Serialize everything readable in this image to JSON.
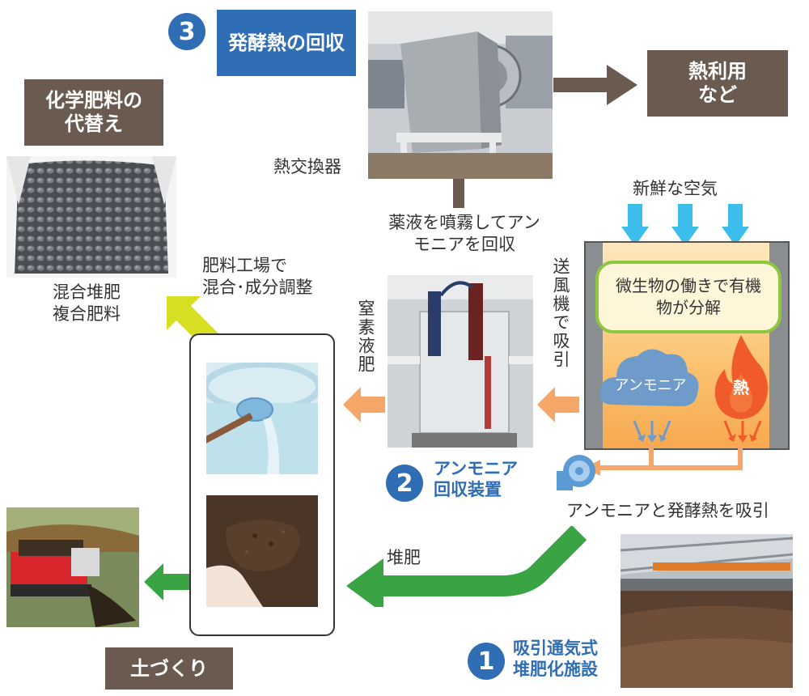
{
  "step3": {
    "num": "3",
    "label": "発酵熱の回収"
  },
  "heat_use": {
    "label": "熱利用など"
  },
  "heat_exchanger": {
    "label": "熱交換器"
  },
  "fresh_air": {
    "label": "新鮮な空気"
  },
  "spray": {
    "label": "薬液を噴霧してアンモニアを回収"
  },
  "blower": {
    "label": "送風機で吸引"
  },
  "decompose": {
    "label": "微生物の働きで有機物が分解"
  },
  "ammonia_cloud": {
    "label": "アンモニア"
  },
  "heat_flame": {
    "label": "熱"
  },
  "chem_replace": {
    "label": "化学肥料の代替え"
  },
  "mixed": {
    "label": "混合堆肥\n複合肥料"
  },
  "factory": {
    "label": "肥料工場で\n混合･成分調整"
  },
  "nitrogen": {
    "label": "窒素液肥"
  },
  "step2": {
    "num": "2",
    "label": "アンモニア\n回収装置"
  },
  "suction": {
    "label": "アンモニアと発酵熱を吸引"
  },
  "compost": {
    "label": "堆肥"
  },
  "soil": {
    "label": "土づくり"
  },
  "step1": {
    "num": "1",
    "label": "吸引通気式\n堆肥化施設"
  },
  "colors": {
    "brown": "#6b5a4f",
    "blue": "#2f6db5",
    "green": "#3aa343",
    "orange": "#f5a76a",
    "yellowgreen": "#d6df22",
    "cyan": "#3dbdec"
  }
}
